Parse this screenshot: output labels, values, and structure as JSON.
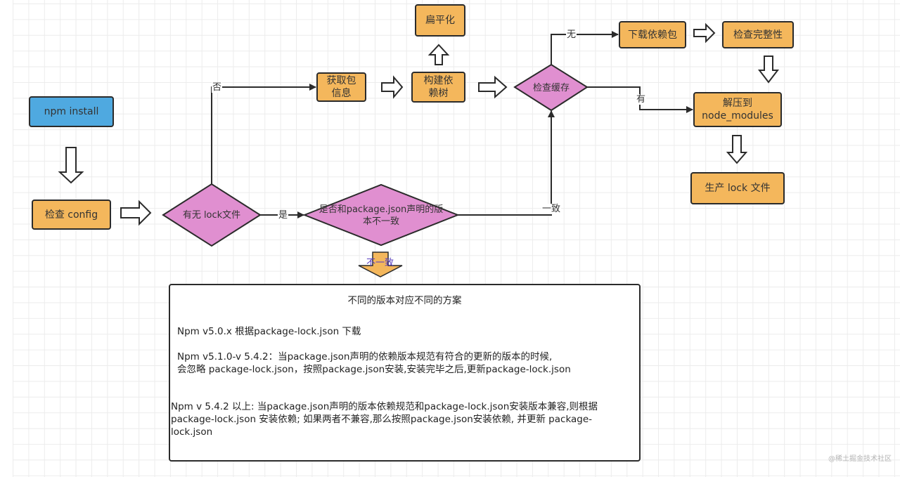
{
  "colors": {
    "start": "#4fa9e0",
    "process": "#f4b75c",
    "decision": "#e08fd0",
    "stroke": "#2b2b2b",
    "grid": "#ececec",
    "note_label": "#5a3fbf"
  },
  "nodes": {
    "npm_install": "npm install",
    "check_config": "检查 config",
    "has_lock": "有无 lock文件",
    "version_diff": "是否和package.json声明的版本不一致",
    "get_pkg_info": "获取包信息",
    "build_tree": "构建依赖树",
    "flatten": "扁平化",
    "check_cache": "检查缓存",
    "download": "下载依赖包",
    "check_integrity": "检查完整性",
    "extract": "解压到node_modules",
    "gen_lock": "生产 lock 文件"
  },
  "node_lines": {
    "get_pkg_info": [
      "获取包",
      "信息"
    ],
    "build_tree": [
      "构建依",
      "赖树"
    ],
    "extract": [
      "解压到",
      "node_modules"
    ],
    "version_diff": [
      "是否和package.json声明的版",
      "本不一致"
    ]
  },
  "edge_labels": {
    "no": "否",
    "yes": "是",
    "consistent": "一致",
    "inconsistent": "不一致",
    "none": "无",
    "has": "有"
  },
  "note": {
    "title": "不同的版本对应不同的方案",
    "lines": [
      "Npm v5.0.x  根据package-lock.json 下载",
      "Npm v5.1.0-v 5.4.2：当package.json声明的依赖版本规范有符合的更新的版本的时候,",
      "会忽略 package-lock.json，按照package.json安装,安装完毕之后,更新package-lock.json",
      "Npm v 5.4.2 以上: 当package.json声明的版本依赖规范和package-lock.json安装版本兼容,则根据",
      "package-lock.json 安装依赖; 如果两者不兼容,那么按照package.json安装依赖, 并更新 package-",
      "lock.json"
    ]
  },
  "watermark": "@稀土掘金技术社区"
}
